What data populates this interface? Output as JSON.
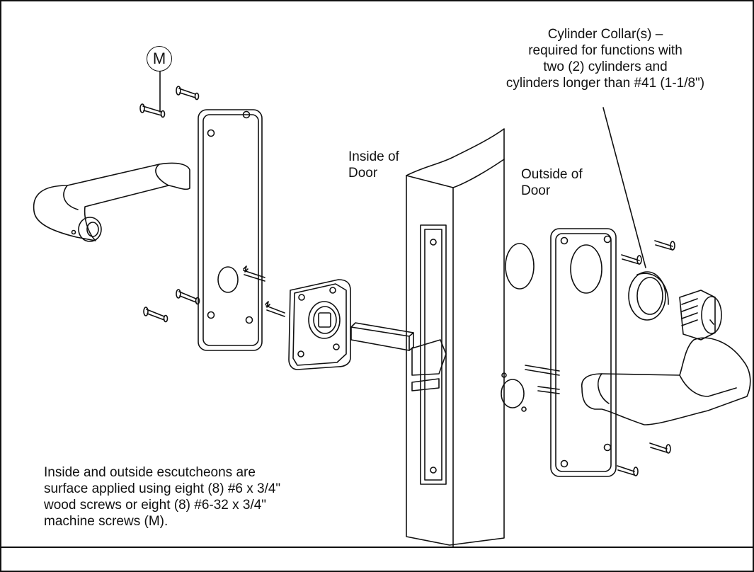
{
  "callouts": {
    "cylinder_collar": "Cylinder Collar(s) –\nrequired for functions with\ntwo (2) cylinders and\ncylinders longer than #41 (1-1/8\")",
    "inside_of_door": "Inside of\nDoor",
    "outside_of_door": "Outside of\nDoor",
    "machine_screw_marker": "M"
  },
  "note": "Inside and outside escutcheons are\nsurface applied using eight (8) #6 x 3/4\"\nwood screws or eight (8) #6-32 x 3/4\"\nmachine screws (M)."
}
